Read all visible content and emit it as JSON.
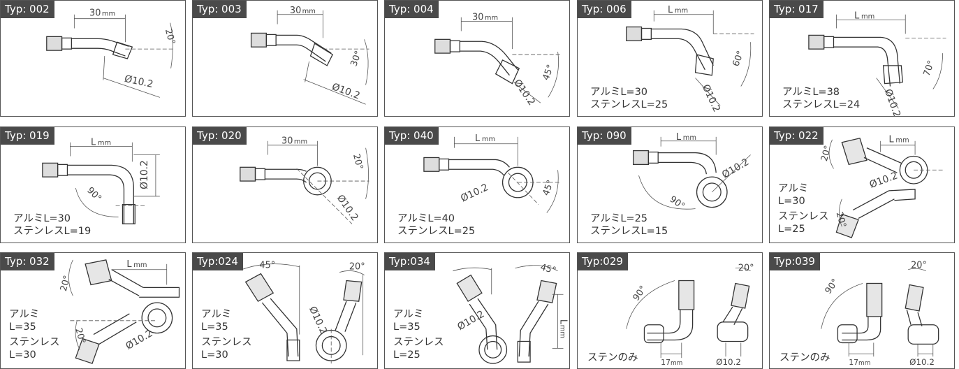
{
  "cells": [
    {
      "tag": "Typ: 002",
      "dims": {
        "len": "30",
        "unit": "mm",
        "angle": "20°",
        "dia": "Ø10.2"
      }
    },
    {
      "tag": "Typ: 003",
      "dims": {
        "len": "30",
        "unit": "mm",
        "angle": "30°",
        "dia": "Ø10.2"
      }
    },
    {
      "tag": "Typ: 004",
      "dims": {
        "len": "30",
        "unit": "mm",
        "angle": "45°",
        "dia": "Ø10.2"
      }
    },
    {
      "tag": "Typ: 006",
      "dims": {
        "len": "L",
        "unit": " mm",
        "angle": "60°",
        "dia": "Ø10.2"
      },
      "note1": "アルミL=30",
      "note2": "ステンレスL=25"
    },
    {
      "tag": "Typ: 017",
      "dims": {
        "len": "L",
        "unit": "mm",
        "angle": "70°",
        "dia": "Ø10.2"
      },
      "note1": "アルミL=38",
      "note2": "ステンレスL=24"
    },
    {
      "tag": "Typ: 019",
      "dims": {
        "len": "L",
        "unit": "mm",
        "angle": "90°",
        "dia": "Ø10.2"
      },
      "note1": "アルミL=30",
      "note2": "ステンレスL=19"
    },
    {
      "tag": "Typ: 020",
      "dims": {
        "len": "30",
        "unit": "mm",
        "angle": "20°",
        "dia": "Ø10.2"
      }
    },
    {
      "tag": "Typ: 040",
      "dims": {
        "len": "L",
        "unit": "mm",
        "angle": "45°",
        "dia": "Ø10.2"
      },
      "note1": "アルミL=40",
      "note2": "ステンレスL=25"
    },
    {
      "tag": "Typ: 090",
      "dims": {
        "len": "L",
        "unit": "mm",
        "angle": "90°",
        "dia": "Ø10.2"
      },
      "note1": "アルミL=25",
      "note2": "ステンレスL=15"
    },
    {
      "tag": "Typ: 022",
      "dims": {
        "len": "L",
        "unit": "mm",
        "angle": "20°",
        "angle2": "20°",
        "dia": "Ø10.2"
      },
      "note1": "アルミ",
      "note2": "L=30",
      "note3": "ステンレス",
      "note4": "L=25"
    },
    {
      "tag": "Typ: 032",
      "dims": {
        "len": "L",
        "unit": "mm",
        "angle": "20°",
        "angle2": "20°",
        "dia": "Ø10.2"
      },
      "note1": "アルミ",
      "note2": "L=35",
      "note3": "ステンレス",
      "note4": "L=30"
    },
    {
      "tag": "Typ:024",
      "dims": {
        "angle": "45°",
        "angle2": "20°",
        "dia": "Ø10.2"
      },
      "note1": "アルミ",
      "note2": "L=35",
      "note3": "ステンレス",
      "note4": "L=30"
    },
    {
      "tag": "Typ:034",
      "dims": {
        "len": "L",
        "unit": "mm",
        "angle": "45°",
        "dia": "Ø10.2"
      },
      "note1": "アルミ",
      "note2": "L=35",
      "note3": "ステンレス",
      "note4": "L=25"
    },
    {
      "tag": "Typ:029",
      "dims": {
        "angle": "90°",
        "angle2": "20°",
        "len": "17",
        "unit": "mm",
        "dia": "Ø10.2"
      },
      "note1": "ステンのみ"
    },
    {
      "tag": "Typ:039",
      "dims": {
        "angle": "90°",
        "angle2": "20°",
        "len": "17",
        "unit": "mm",
        "dia": "Ø10.2"
      },
      "note1": "ステンのみ"
    }
  ],
  "colors": {
    "line": "#333333",
    "dim": "#555555",
    "tag_bg": "#4a4a4a",
    "border": "#555555"
  }
}
